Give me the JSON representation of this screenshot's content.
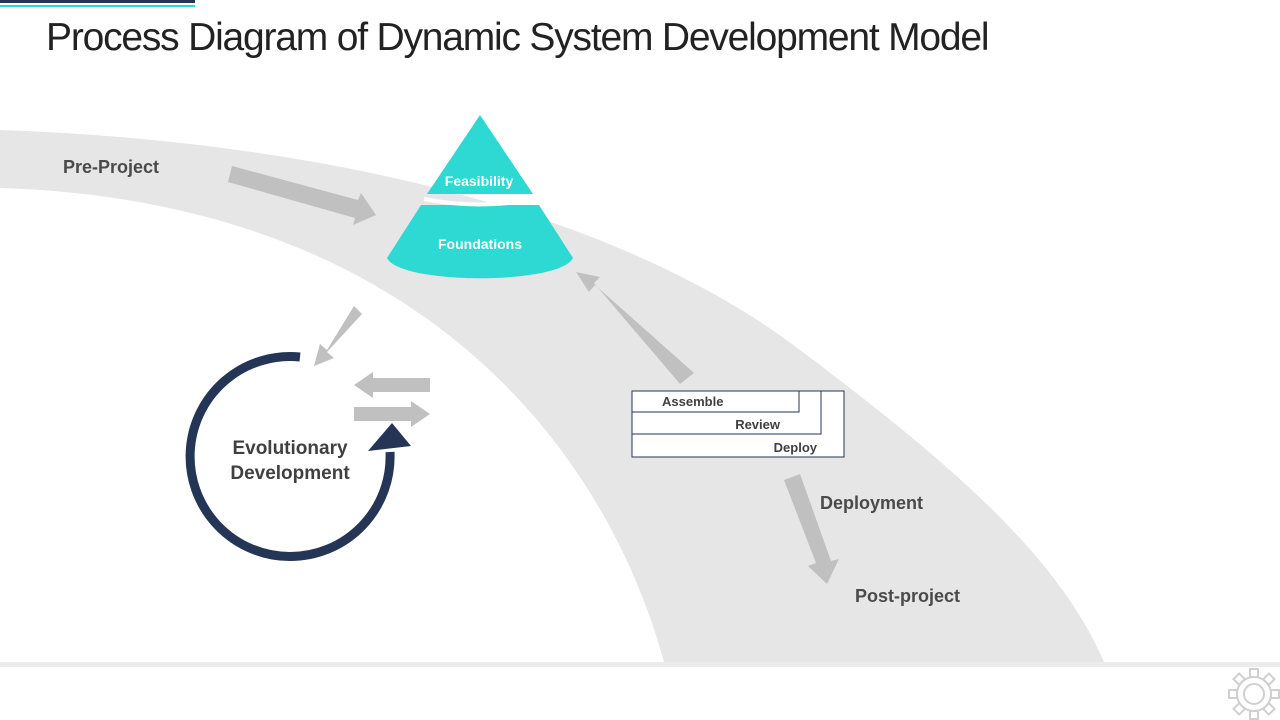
{
  "title": "Process Diagram of Dynamic System Development Model",
  "stages": {
    "pre_project": "Pre-Project",
    "evolutionary_line1": "Evolutionary",
    "evolutionary_line2": "Development",
    "deployment": "Deployment",
    "post_project": "Post-project"
  },
  "pyramid": {
    "top_label": "Feasibility",
    "bottom_label": "Foundations"
  },
  "deploy_steps": {
    "assemble": "Assemble",
    "review": "Review",
    "deploy": "Deploy"
  },
  "colors": {
    "teal": "#2ed9d3",
    "navy": "#243556",
    "band": "#e6e6e6",
    "arrow": "#c0c0c0",
    "text": "#404040"
  },
  "icons": {
    "corner": "gear-icon"
  }
}
